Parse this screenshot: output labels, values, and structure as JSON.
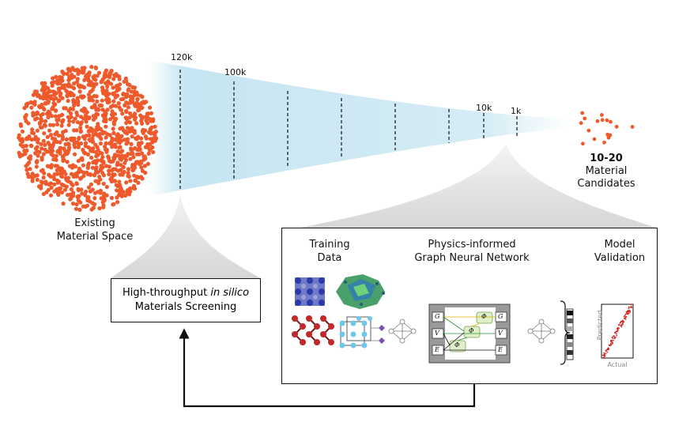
{
  "funnel": {
    "markers": [
      "120k",
      "100k",
      "10k",
      "1k"
    ]
  },
  "existing": {
    "line1": "Existing",
    "line2": "Material Space"
  },
  "candidates": {
    "line1": "10-20",
    "line2": "Material",
    "line3": "Candidates"
  },
  "screening": {
    "prefix": "High-throughput ",
    "emph": "in silico",
    "line2": "Materials Screening"
  },
  "pipeline": {
    "step1_line1": "Training",
    "step1_line2": "Data",
    "step2_line1": "Physics-informed",
    "step2_line2": "Graph Neural Network",
    "step3_line1": "Model",
    "step3_line2": "Validation"
  },
  "gnn": {
    "inputs": [
      "G",
      "V",
      "E"
    ],
    "outputs": [
      "G",
      "V",
      "E"
    ],
    "phi": [
      "Φ",
      "Φ",
      "Φ"
    ]
  },
  "parity": {
    "ylabel": "Predicted",
    "xlabel": "Actual"
  },
  "colors": {
    "orange": "#ee5a2c",
    "funnel": "#c8e6f2",
    "gray": "#dcdcdc",
    "green": "#dff0c8"
  }
}
